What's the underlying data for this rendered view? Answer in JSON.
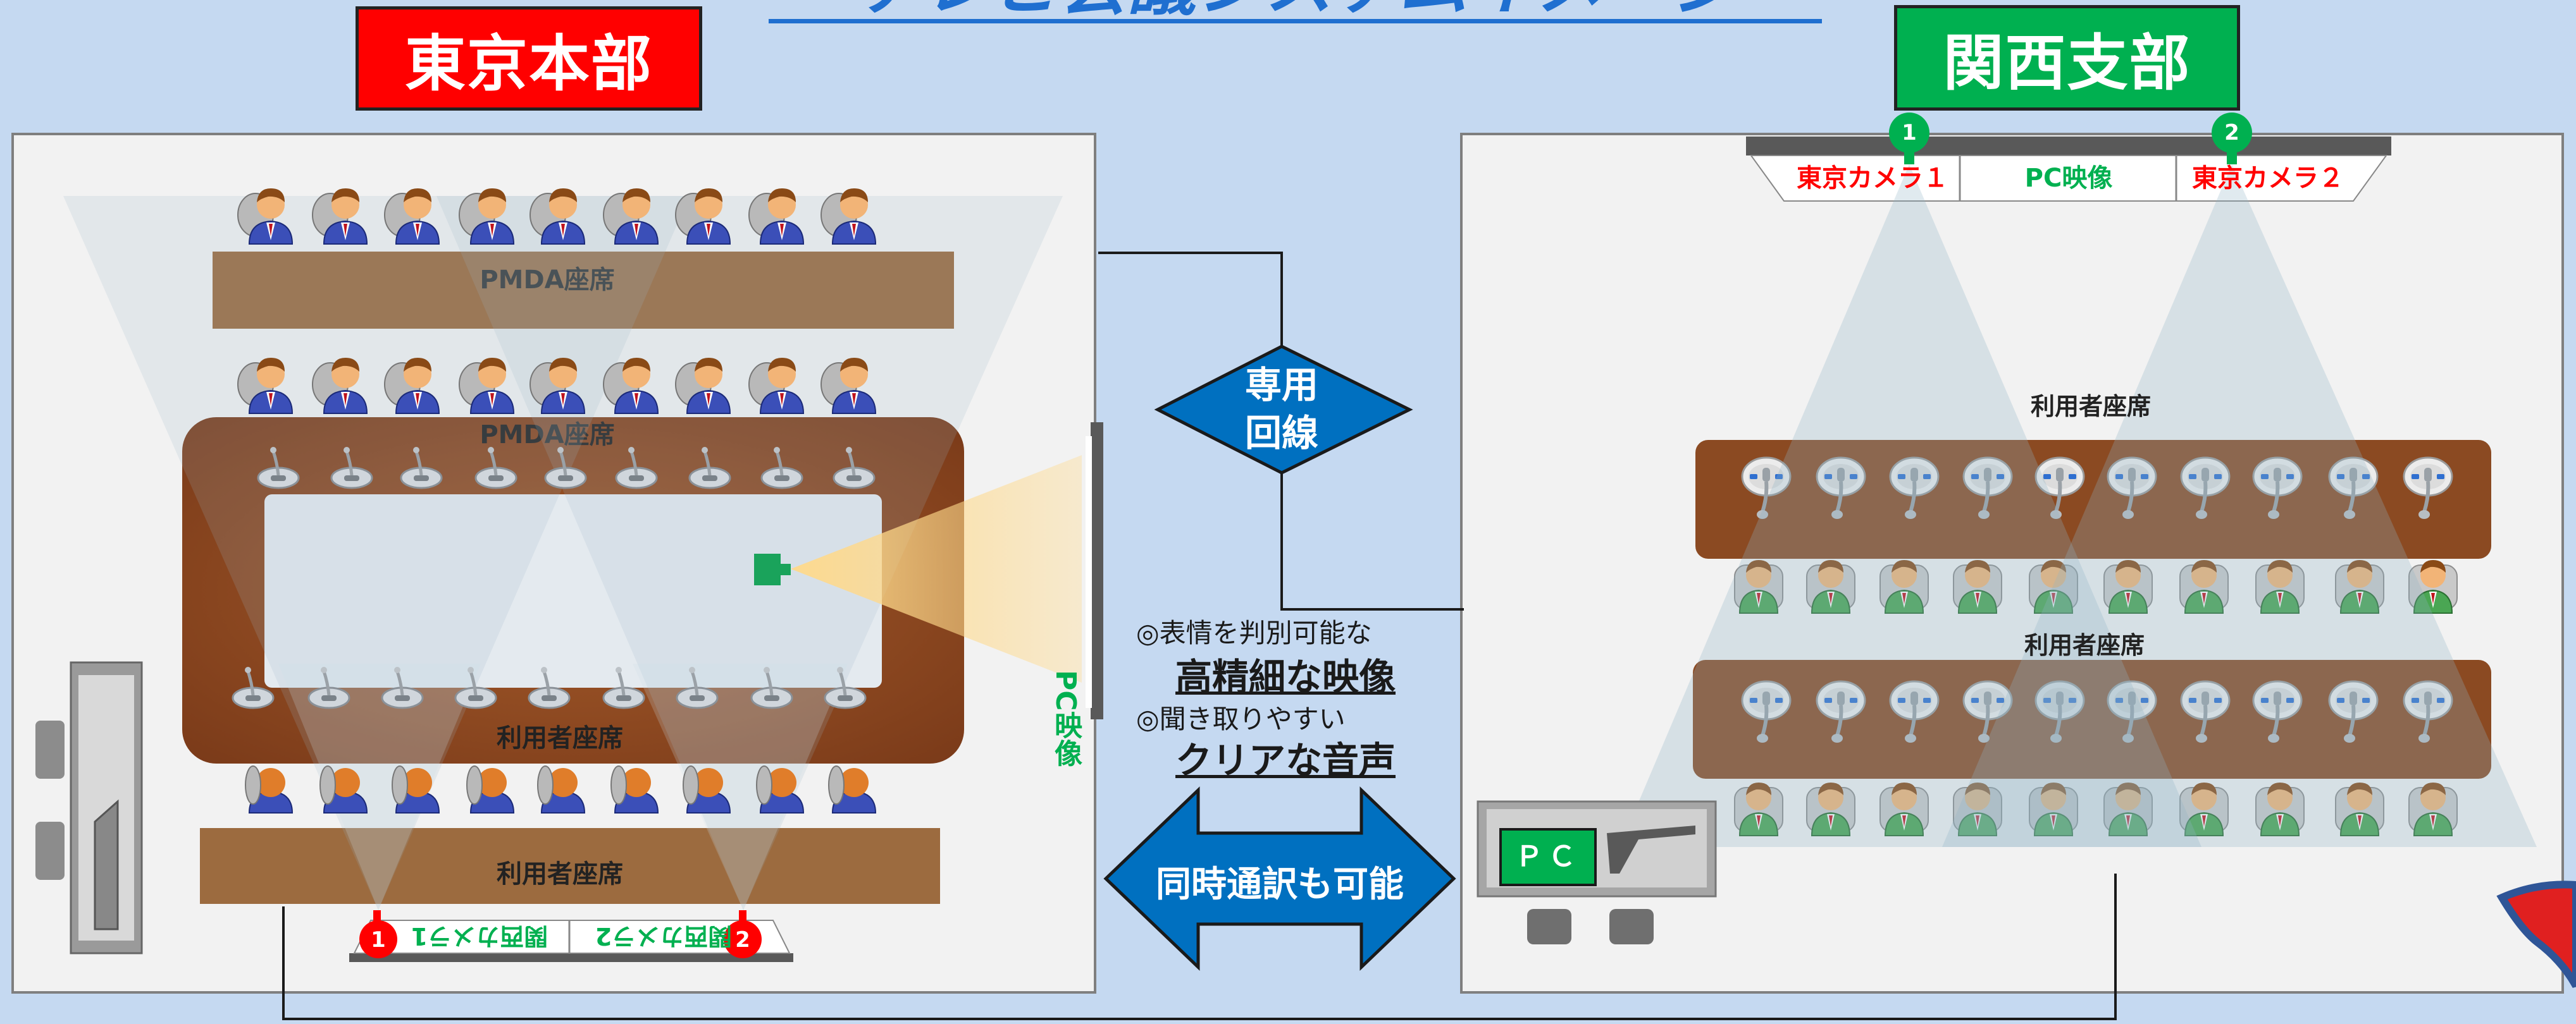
{
  "title": "テレビ会議システムイメージ",
  "tokyo": {
    "badge": "東京本部",
    "top_table": "PMDA座席",
    "second_table": "PMDA座席",
    "user_table_mid": "利用者座席",
    "user_table_bottom": "利用者座席",
    "camera1": "関西カメラ1",
    "camera2": "関西カメラ2",
    "camera_num1": "1",
    "camera_num2": "2",
    "pc_screen_label": "PC映像"
  },
  "kansai": {
    "badge": "関西支部",
    "camera1": "東京カメラ１",
    "pc_label": "PC映像",
    "camera2": "東京カメラ２",
    "camera_num1": "1",
    "camera_num2": "2",
    "seat_label1": "利用者座席",
    "seat_label2": "利用者座席",
    "pc_box": "ＰＣ"
  },
  "center": {
    "line_label1": "専用",
    "line_label2": "回線",
    "feature1_prefix": "◎表情を判別可能な",
    "feature1_main": "高精細な映像",
    "feature2_prefix": "◎聞き取りやすい",
    "feature2_main": "クリアな音声",
    "arrow_text": "同時通訳も可能"
  },
  "colors": {
    "background": "#c5d9f1",
    "tokyo_badge": "#ff0000",
    "kansai_badge": "#00b050",
    "diamond": "#0070c0",
    "camera_red": "#ff0000",
    "camera_green": "#00b050"
  }
}
